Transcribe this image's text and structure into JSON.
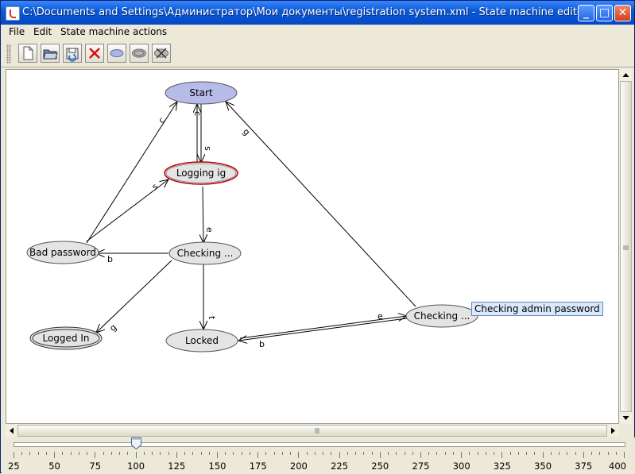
{
  "window": {
    "title": "C:\\Documents and Settings\\Администратор\\Мои документы\\registration system.xml - State machine editor",
    "controls": {
      "minimize": "_",
      "maximize": "□",
      "close": "✕"
    }
  },
  "menu": [
    "File",
    "Edit",
    "State machine actions"
  ],
  "toolbar": [
    {
      "icon": "new-document-icon"
    },
    {
      "icon": "open-folder-icon"
    },
    {
      "icon": "save-icon"
    },
    {
      "icon": "delete-x-icon"
    },
    {
      "icon": "add-state-icon"
    },
    {
      "icon": "add-final-state-icon"
    },
    {
      "icon": "remove-state-icon"
    }
  ],
  "colors": {
    "start_fill": "#b7bbea",
    "state_fill": "#e4e4e4",
    "selected_border": "#c00000",
    "tooltip_bg": "#d9e8fb"
  },
  "graph": {
    "states": [
      {
        "id": "start",
        "label": "Start",
        "kind": "initial"
      },
      {
        "id": "logging",
        "label": "Logging ig",
        "kind": "selected"
      },
      {
        "id": "bad",
        "label": "Bad password",
        "kind": "normal"
      },
      {
        "id": "checking1",
        "label": "Checking ...",
        "kind": "normal"
      },
      {
        "id": "logged",
        "label": "Logged In",
        "kind": "final"
      },
      {
        "id": "locked",
        "label": "Locked",
        "kind": "normal"
      },
      {
        "id": "checking2",
        "label": "Checking ...",
        "kind": "normal"
      }
    ],
    "transitions": [
      {
        "from": "bad",
        "to": "start",
        "label": "c"
      },
      {
        "from": "logging",
        "to": "start",
        "label": "c"
      },
      {
        "from": "start",
        "to": "logging",
        "label": "s"
      },
      {
        "from": "bad",
        "to": "logging",
        "label": "s"
      },
      {
        "from": "logging",
        "to": "checking1",
        "label": "e"
      },
      {
        "from": "checking1",
        "to": "bad",
        "label": "b"
      },
      {
        "from": "checking1",
        "to": "logged",
        "label": "g"
      },
      {
        "from": "checking1",
        "to": "locked",
        "label": "t"
      },
      {
        "from": "locked",
        "to": "checking2",
        "label": "e"
      },
      {
        "from": "checking2",
        "to": "locked",
        "label": "b"
      },
      {
        "from": "checking2",
        "to": "start",
        "label": "g"
      }
    ],
    "tooltip": "Checking admin password"
  },
  "scrollbars": {
    "vertical": "scrollbar",
    "horizontal": "scrollbar"
  },
  "zoom_slider": {
    "value": 100,
    "min": 25,
    "max": 400,
    "labels": [
      "25",
      "50",
      "75",
      "100",
      "125",
      "150",
      "175",
      "200",
      "225",
      "250",
      "275",
      "300",
      "325",
      "350",
      "375",
      "400"
    ]
  }
}
